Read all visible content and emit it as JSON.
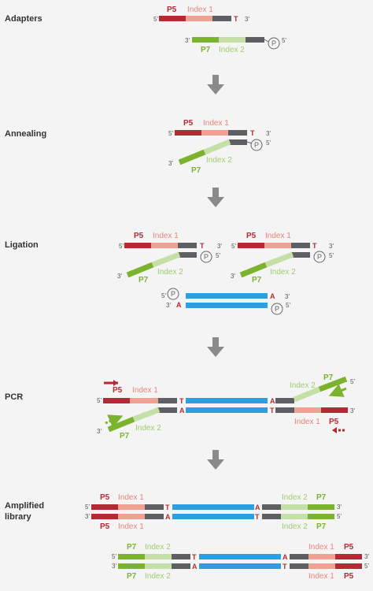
{
  "steps": {
    "adapters": "Adapters",
    "annealing": "Annealing",
    "ligation": "Ligation",
    "pcr": "PCR",
    "amplified_1": "Amplified",
    "amplified_2": "library"
  },
  "labels": {
    "p5": "P5",
    "p7": "P7",
    "index1": "Index 1",
    "index2": "Index 2",
    "t": "T",
    "a": "A",
    "phosphate": "P",
    "five_prime": "5'",
    "three_prime": "3'"
  },
  "colors": {
    "p5": "#b22a34",
    "index1": "#f0a191",
    "p7": "#7bb32e",
    "index2": "#c5e0a6",
    "dark": "#5d5f63",
    "insert": "#2d9ee0",
    "arrow": "#8a8a8a"
  }
}
